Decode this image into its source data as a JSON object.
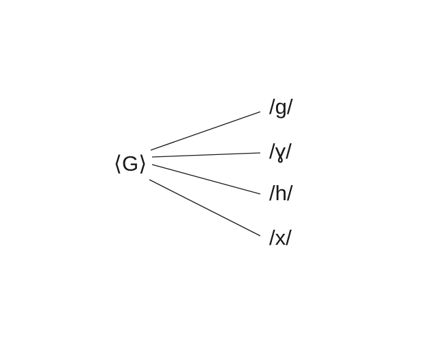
{
  "diagram": {
    "source": {
      "label": "⟨G⟩"
    },
    "targets": [
      {
        "label": "/g/"
      },
      {
        "label": "/ɣ/"
      },
      {
        "label": "/h/"
      },
      {
        "label": "/x/"
      }
    ]
  }
}
